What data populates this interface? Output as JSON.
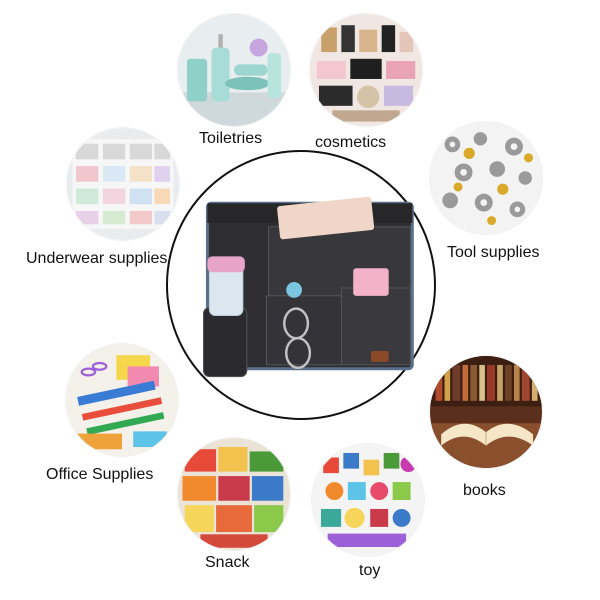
{
  "categories": {
    "toiletries": "Toiletries",
    "cosmetics": "cosmetics",
    "tool_supplies": "Tool supplies",
    "underwear_supplies": "Underwear supplies",
    "office_supplies": "Office Supplies",
    "books": "books",
    "snack": "Snack",
    "toy": "toy"
  },
  "colors": {
    "felt": "#2f2f33",
    "trim": "#5b6f8a",
    "tag": "#8a4a2a"
  }
}
